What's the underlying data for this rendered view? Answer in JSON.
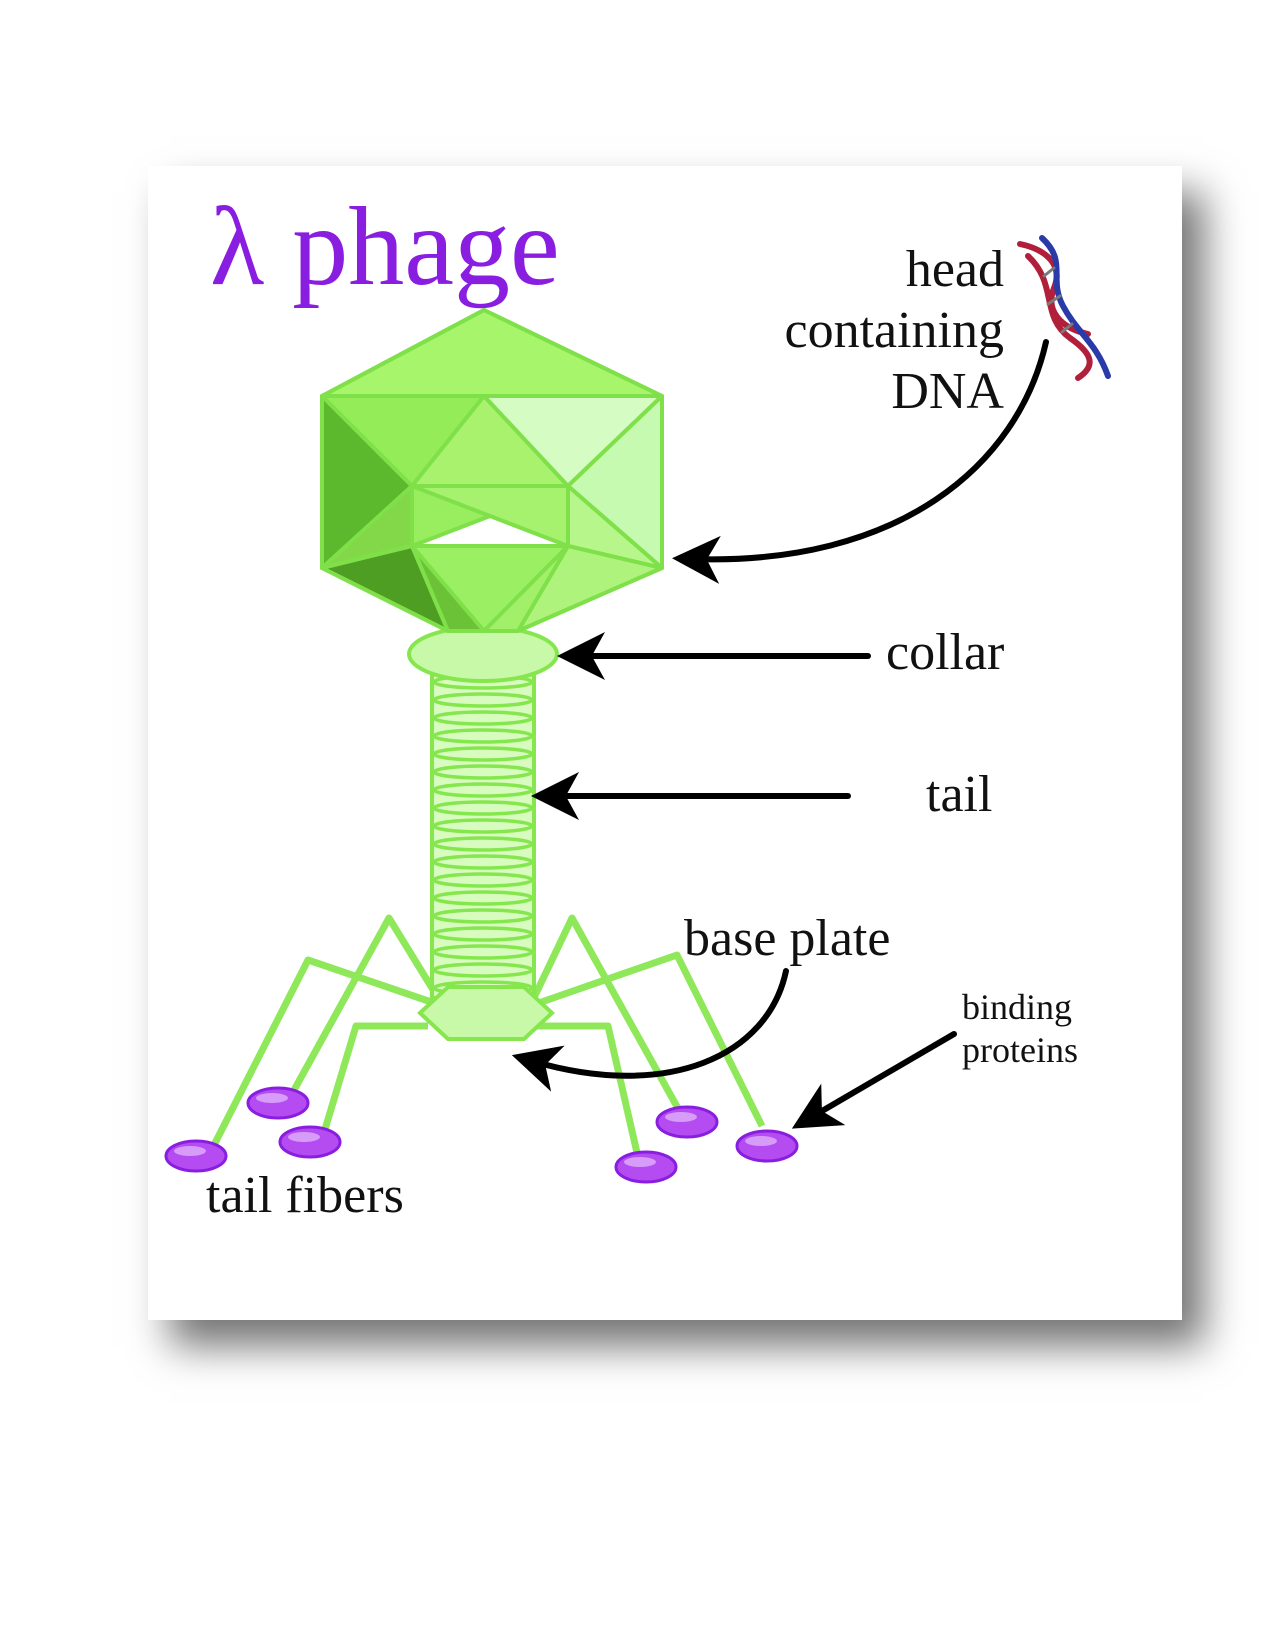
{
  "title": "λ phage",
  "labels": {
    "head_line1": "head",
    "head_line2": "containing",
    "head_line3": "DNA",
    "collar": "collar",
    "tail": "tail",
    "base_plate": "base plate",
    "binding_line1": "binding",
    "binding_line2": "proteins",
    "tail_fibers": "tail fibers"
  },
  "colors": {
    "title": "#8a1ee0",
    "phage_green": "#99ee55",
    "phage_outline": "#7fe04a",
    "binding_protein": "#b44cf2",
    "dna_red": "#b0203a",
    "dna_blue": "#2a3aa8",
    "arrow": "#000000"
  },
  "icons": [
    "dna-helix-icon"
  ]
}
